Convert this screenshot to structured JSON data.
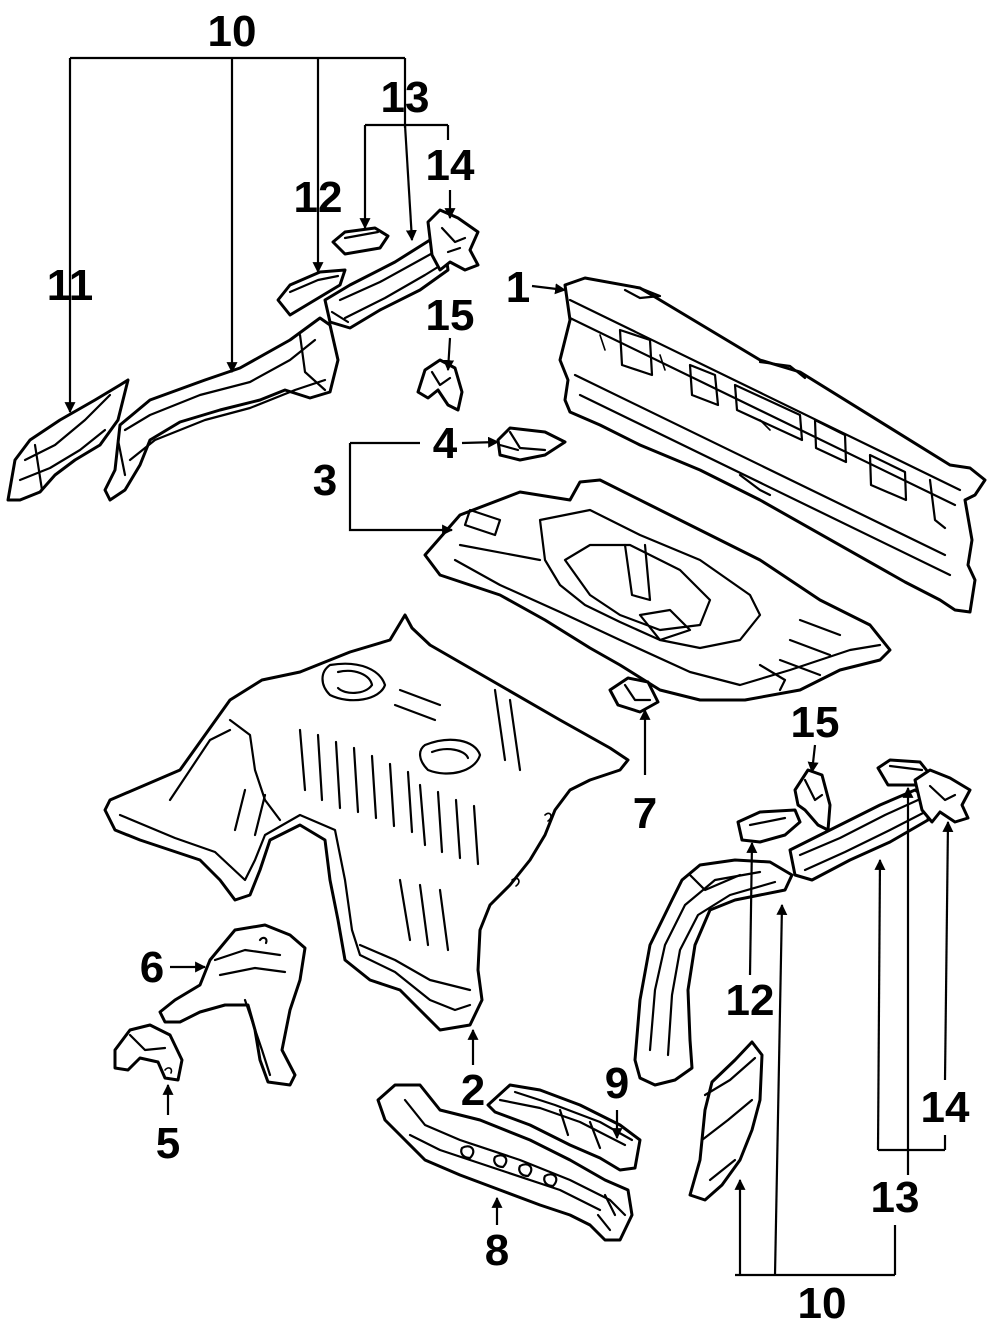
{
  "callouts": {
    "c1": "1",
    "c2": "2",
    "c3": "3",
    "c4": "4",
    "c5": "5",
    "c6": "6",
    "c7": "7",
    "c8": "8",
    "c9": "9",
    "c10_top": "10",
    "c10_bottom": "10",
    "c11": "11",
    "c12_top": "12",
    "c12_bottom": "12",
    "c13_top": "13",
    "c13_bottom": "13",
    "c14_top": "14",
    "c14_bottom": "14",
    "c15_top": "15",
    "c15_bottom": "15"
  },
  "colors": {
    "line": "#000000",
    "background": "#ffffff"
  }
}
